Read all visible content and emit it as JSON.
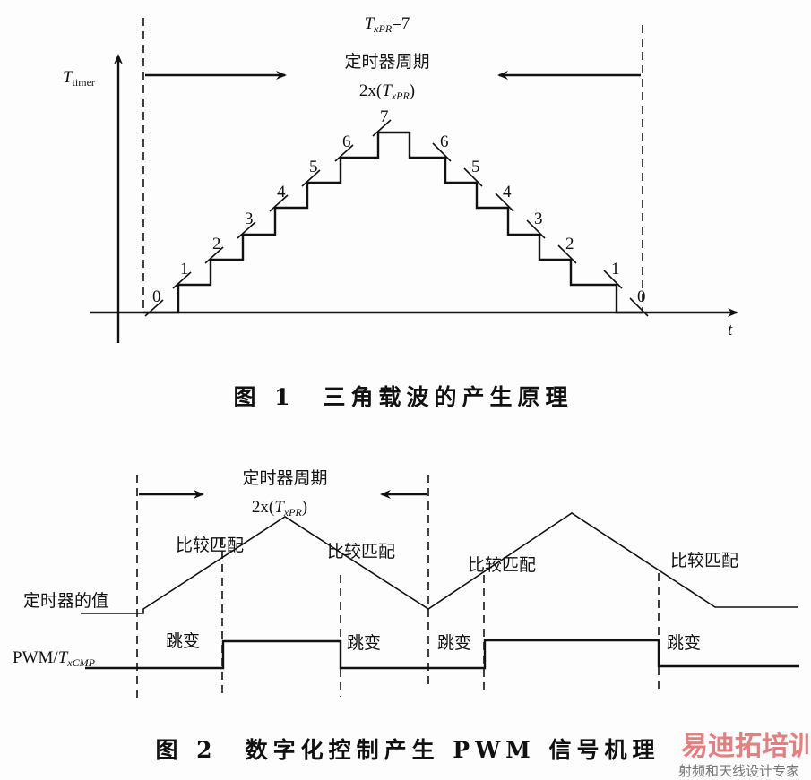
{
  "figure1": {
    "y_axis_label": "T",
    "y_axis_label_sub": "timer",
    "x_axis_label": "t",
    "period_value_T": "T",
    "period_value_sub": "xPR",
    "period_value_eq": "=7",
    "period_title": "定时器周期",
    "period_formula_pre": "2x(",
    "period_formula_T": "T",
    "period_formula_sub": "xPR",
    "period_formula_post": ")",
    "step_labels_up": [
      "0",
      "1",
      "2",
      "3",
      "4",
      "5",
      "6",
      "7"
    ],
    "step_labels_down": [
      "6",
      "5",
      "4",
      "3",
      "2",
      "1",
      "0"
    ],
    "caption": "图 1　三角载波的产生原理"
  },
  "figure2": {
    "period_title": "定时器周期",
    "period_formula_pre": "2x(",
    "period_formula_T": "T",
    "period_formula_sub": "xPR",
    "period_formula_post": ")",
    "timer_value_label": "定时器的值",
    "compare_match_labels": [
      "比较匹配",
      "比较匹配",
      "比较匹配",
      "比较匹配"
    ],
    "transition_labels": [
      "跳变",
      "跳变",
      "跳变",
      "跳变"
    ],
    "pwm_label_pre": "PWM/",
    "pwm_label_T": "T",
    "pwm_label_sub": "xCMP",
    "caption": "图 2　数字化控制产生 PWM 信号机理"
  },
  "watermark": {
    "brand": "易迪拓培训",
    "slogan": "射频和天线设计专家"
  }
}
